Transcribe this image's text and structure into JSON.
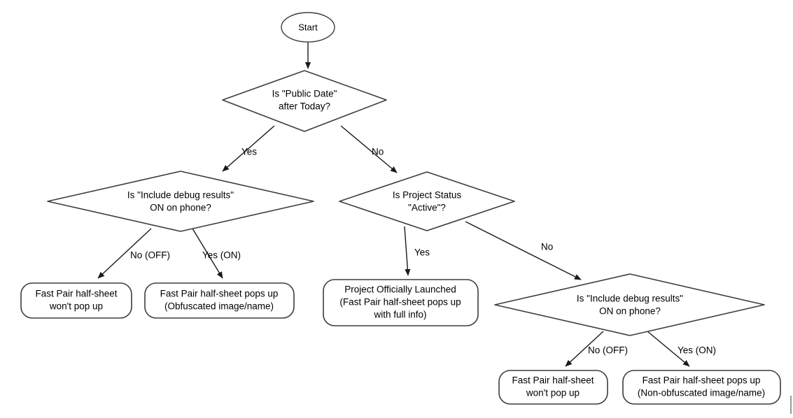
{
  "diagram": {
    "type": "flowchart",
    "title": "",
    "background_color": "#ffffff",
    "stroke_color": "#3d3d3d",
    "text_color": "#000000",
    "nodes": [
      {
        "id": "start",
        "shape": "ellipse",
        "label": "Start",
        "lines": [
          "Start"
        ]
      },
      {
        "id": "d_public_date",
        "shape": "diamond",
        "label": "Is \"Public Date\" after Today?",
        "lines": [
          "Is \"Public Date\"",
          "after Today?"
        ]
      },
      {
        "id": "d_debug_left",
        "shape": "diamond",
        "label": "Is \"Include debug results\" ON on phone?",
        "lines": [
          "Is \"Include debug results\"",
          "ON on phone?"
        ]
      },
      {
        "id": "d_project_status",
        "shape": "diamond",
        "label": "Is Project Status \"Active\"?",
        "lines": [
          "Is Project Status",
          "\"Active\"?"
        ]
      },
      {
        "id": "t_no_popup_left",
        "shape": "rounded-rect",
        "label": "Fast Pair half-sheet won't pop up",
        "lines": [
          "Fast Pair half-sheet",
          "won't pop up"
        ]
      },
      {
        "id": "t_obfuscated",
        "shape": "rounded-rect",
        "label": "Fast Pair half-sheet pops up (Obfuscated image/name)",
        "lines": [
          "Fast Pair half-sheet pops up",
          "(Obfuscated image/name)"
        ]
      },
      {
        "id": "t_launched",
        "shape": "rounded-rect",
        "label": "Project Officially Launched (Fast Pair half-sheet pops up with full info)",
        "lines": [
          "Project Officially Launched",
          "(Fast Pair half-sheet pops up",
          "with full info)"
        ]
      },
      {
        "id": "d_debug_right",
        "shape": "diamond",
        "label": "Is \"Include debug results\" ON on phone?",
        "lines": [
          "Is \"Include debug results\"",
          "ON on phone?"
        ]
      },
      {
        "id": "t_no_popup_right",
        "shape": "rounded-rect",
        "label": "Fast Pair half-sheet won't pop up",
        "lines": [
          "Fast Pair half-sheet",
          "won't pop up"
        ]
      },
      {
        "id": "t_non_obfuscated",
        "shape": "rounded-rect",
        "label": "Fast Pair half-sheet pops up (Non-obfuscated image/name)",
        "lines": [
          "Fast Pair half-sheet pops up",
          "(Non-obfuscated image/name)"
        ]
      }
    ],
    "edges": [
      {
        "id": "e_start_public",
        "from": "start",
        "to": "d_public_date",
        "label": ""
      },
      {
        "id": "e_public_yes",
        "from": "d_public_date",
        "to": "d_debug_left",
        "label": "Yes"
      },
      {
        "id": "e_public_no",
        "from": "d_public_date",
        "to": "d_project_status",
        "label": "No"
      },
      {
        "id": "e_debugleft_no",
        "from": "d_debug_left",
        "to": "t_no_popup_left",
        "label": "No (OFF)"
      },
      {
        "id": "e_debugleft_yes",
        "from": "d_debug_left",
        "to": "t_obfuscated",
        "label": "Yes (ON)"
      },
      {
        "id": "e_status_yes",
        "from": "d_project_status",
        "to": "t_launched",
        "label": "Yes"
      },
      {
        "id": "e_status_no",
        "from": "d_project_status",
        "to": "d_debug_right",
        "label": "No"
      },
      {
        "id": "e_debugright_no",
        "from": "d_debug_right",
        "to": "t_no_popup_right",
        "label": "No (OFF)"
      },
      {
        "id": "e_debugright_yes",
        "from": "d_debug_right",
        "to": "t_non_obfuscated",
        "label": "Yes (ON)"
      }
    ]
  }
}
